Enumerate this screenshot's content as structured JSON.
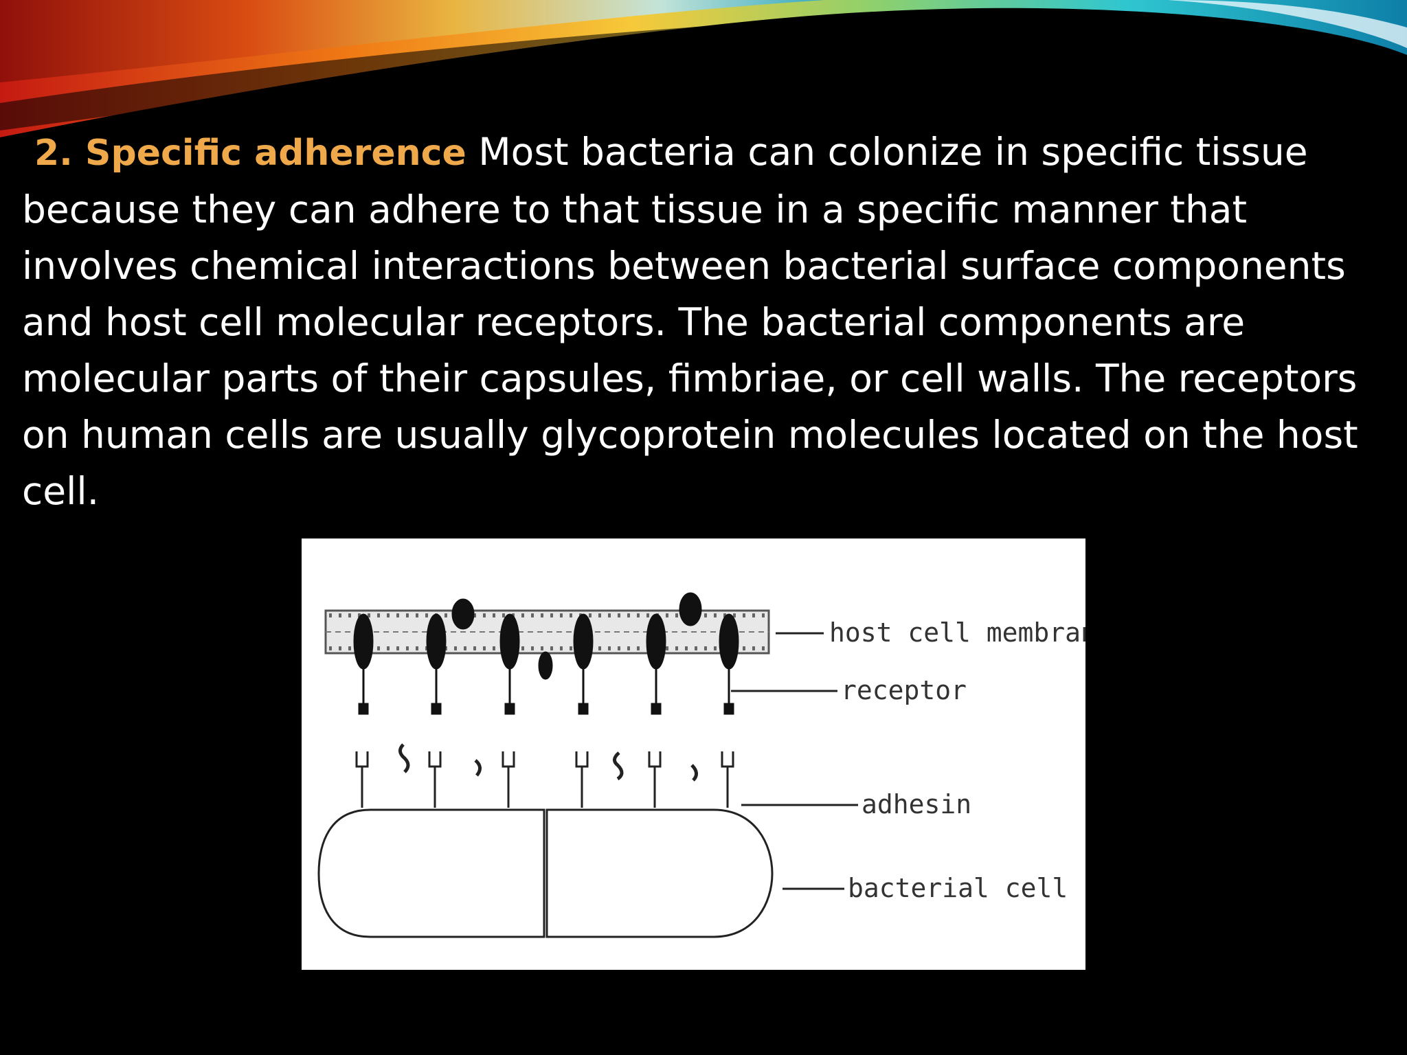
{
  "slide": {
    "heading": "2. Specific adherence",
    "body": "Most bacteria can colonize in specific tissue because they can adhere to that tissue in a specific manner that involves chemical interactions between bacterial surface components and host cell molecular receptors. The bacterial components are molecular parts of their capsules, fimbriae, or cell walls. The receptors on human cells are usually glycoprotein molecules located on the host cell."
  },
  "diagram": {
    "labels": {
      "membrane": "host cell membrane",
      "receptor": "receptor",
      "adhesin": "adhesin",
      "bacterial_cell": "bacterial cell"
    }
  },
  "colors": {
    "background": "#000000",
    "heading": "#f0a94a",
    "text": "#ffffff"
  }
}
